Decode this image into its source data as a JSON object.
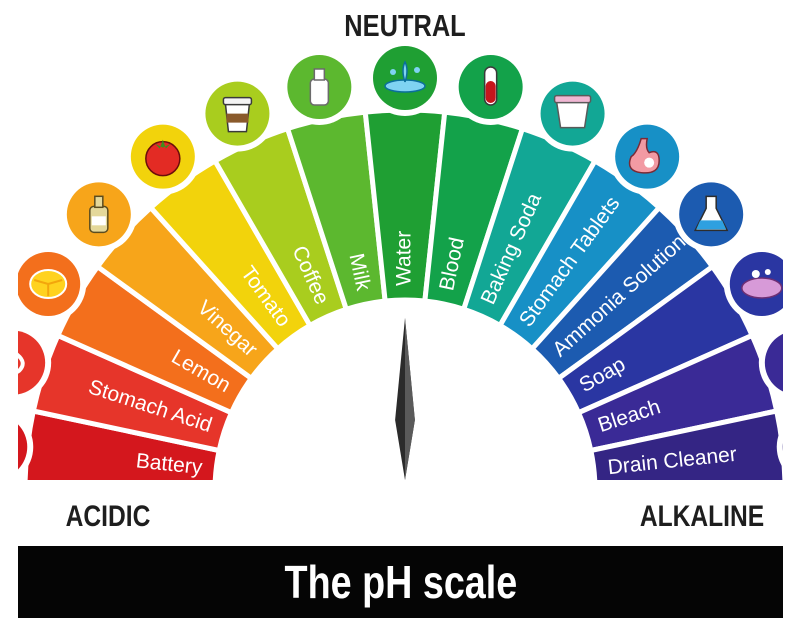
{
  "headings": {
    "neutral": "NEUTRAL",
    "acidic": "ACIDIC",
    "alkaline": "ALKALINE"
  },
  "title": "The pH scale",
  "needle_value": 7,
  "segments": [
    {
      "label": "Battery",
      "ph": 0,
      "color": "#d4171d",
      "icon": "battery-icon"
    },
    {
      "label": "Stomach Acid",
      "ph": 1,
      "color": "#e6352a",
      "icon": "stomach-acid-icon"
    },
    {
      "label": "Lemon",
      "ph": 2,
      "color": "#f36f1c",
      "icon": "lemon-icon"
    },
    {
      "label": "Vinegar",
      "ph": 3,
      "color": "#f7a51a",
      "icon": "vinegar-icon"
    },
    {
      "label": "Tomato",
      "ph": 4,
      "color": "#f2d30c",
      "icon": "tomato-icon"
    },
    {
      "label": "Coffee",
      "ph": 5,
      "color": "#a9cd1e",
      "icon": "coffee-icon"
    },
    {
      "label": "Milk",
      "ph": 6,
      "color": "#5cb82f",
      "icon": "milk-icon"
    },
    {
      "label": "Water",
      "ph": 7,
      "color": "#1f9f33",
      "icon": "water-icon"
    },
    {
      "label": "Blood",
      "ph": 8,
      "color": "#13a24a",
      "icon": "blood-icon"
    },
    {
      "label": "Baking Soda",
      "ph": 9,
      "color": "#12a795",
      "icon": "baking-soda-icon"
    },
    {
      "label": "Stomach Tablets",
      "ph": 10,
      "color": "#1790c6",
      "icon": "stomach-tablets-icon"
    },
    {
      "label": "Ammonia Solution",
      "ph": 11,
      "color": "#1c5bb0",
      "icon": "ammonia-solution-icon"
    },
    {
      "label": "Soap",
      "ph": 12,
      "color": "#2a36a2",
      "icon": "soap-icon"
    },
    {
      "label": "Bleach",
      "ph": 13,
      "color": "#3a2a96",
      "icon": "bleach-icon"
    },
    {
      "label": "Drain Cleaner",
      "ph": 14,
      "color": "#342584",
      "icon": "drain-cleaner-icon"
    }
  ]
}
